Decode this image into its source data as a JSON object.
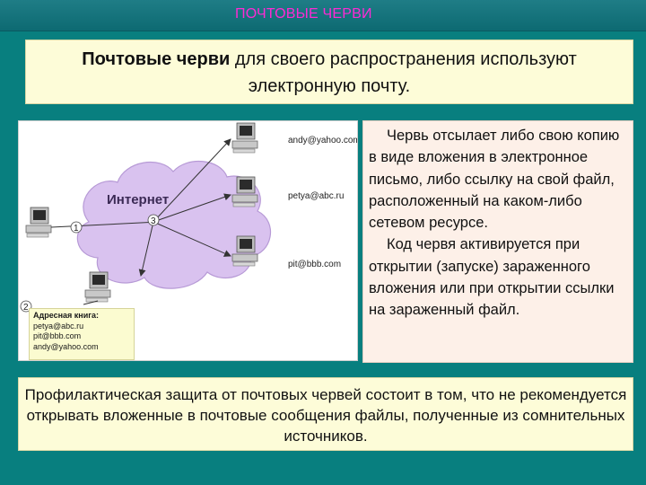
{
  "header": {
    "title": "ПОЧТОВЫЕ ЧЕРВИ"
  },
  "intro": {
    "bold": "Почтовые черви",
    "rest": " для своего распространения используют электронную почту."
  },
  "diagram": {
    "cloud_label": "Интернет",
    "emails": [
      "andy@yahoo.com",
      "petya@abc.ru",
      "pit@bbb.com"
    ],
    "step_numbers": [
      "1",
      "2",
      "3"
    ],
    "address_book": {
      "title": "Адресная книга:",
      "entries": [
        "petya@abc.ru",
        "pit@bbb.com",
        "andy@yahoo.com"
      ]
    }
  },
  "description": {
    "p1": "Червь отсылает либо свою копию в виде вложения в электронное письмо, либо ссылку на свой файл, расположенный на каком-либо сетевом ресурсе.",
    "p2": "Код червя активируется при открытии (запуске) зараженного вложения или при открытии ссылки на зараженный файл."
  },
  "prevention": {
    "text": "Профилактическая защита от почтовых червей состоит в том, что не рекомендуется открывать вложенные в почтовые сообщения файлы, полученные из сомнительных источников."
  },
  "colors": {
    "background": "#087f7f",
    "title_text": "#ff2ad4",
    "note_bg": "#fdfcd8",
    "description_bg": "#fdf0e8",
    "cloud_fill": "#d9c2ef"
  }
}
